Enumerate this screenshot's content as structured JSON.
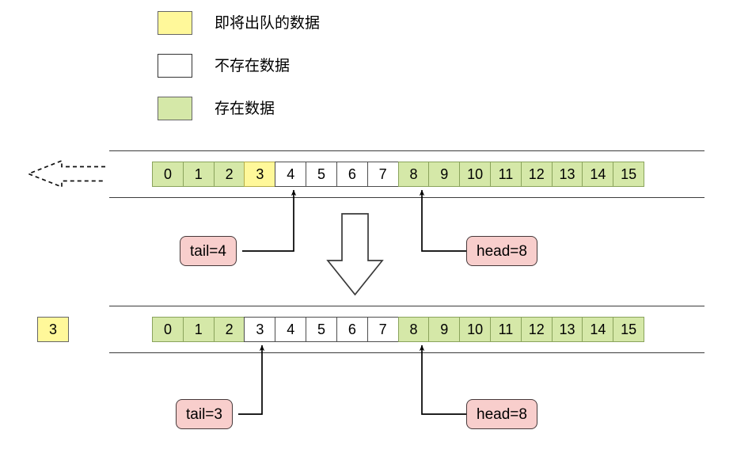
{
  "legend": {
    "items": [
      {
        "swatch": "yellow",
        "color": "#fff89a",
        "label": "即将出队的数据"
      },
      {
        "swatch": "white",
        "color": "#ffffff",
        "label": "不存在数据"
      },
      {
        "swatch": "green",
        "color": "#d5e8a8",
        "label": "存在数据"
      }
    ]
  },
  "diagram": {
    "title": "circular-queue-dequeue",
    "dequeued_chip": {
      "value": "3",
      "color": "#fff89a"
    },
    "transition_arrow": "down-arrow",
    "outflow_arrow": "dashed-left-arrow",
    "before": {
      "cells": [
        {
          "index": "0",
          "state": "green"
        },
        {
          "index": "1",
          "state": "green"
        },
        {
          "index": "2",
          "state": "green"
        },
        {
          "index": "3",
          "state": "yellow"
        },
        {
          "index": "4",
          "state": "white"
        },
        {
          "index": "5",
          "state": "white"
        },
        {
          "index": "6",
          "state": "white"
        },
        {
          "index": "7",
          "state": "white"
        },
        {
          "index": "8",
          "state": "green"
        },
        {
          "index": "9",
          "state": "green"
        },
        {
          "index": "10",
          "state": "green"
        },
        {
          "index": "11",
          "state": "green"
        },
        {
          "index": "12",
          "state": "green"
        },
        {
          "index": "13",
          "state": "green"
        },
        {
          "index": "14",
          "state": "green"
        },
        {
          "index": "15",
          "state": "green"
        }
      ],
      "tail_label": "tail=4",
      "head_label": "head=8",
      "tail_index": 4,
      "head_index": 8
    },
    "after": {
      "cells": [
        {
          "index": "0",
          "state": "green"
        },
        {
          "index": "1",
          "state": "green"
        },
        {
          "index": "2",
          "state": "green"
        },
        {
          "index": "3",
          "state": "white"
        },
        {
          "index": "4",
          "state": "white"
        },
        {
          "index": "5",
          "state": "white"
        },
        {
          "index": "6",
          "state": "white"
        },
        {
          "index": "7",
          "state": "white"
        },
        {
          "index": "8",
          "state": "green"
        },
        {
          "index": "9",
          "state": "green"
        },
        {
          "index": "10",
          "state": "green"
        },
        {
          "index": "11",
          "state": "green"
        },
        {
          "index": "12",
          "state": "green"
        },
        {
          "index": "13",
          "state": "green"
        },
        {
          "index": "14",
          "state": "green"
        },
        {
          "index": "15",
          "state": "green"
        }
      ],
      "tail_label": "tail=3",
      "head_label": "head=8",
      "tail_index": 3,
      "head_index": 8
    }
  },
  "colors": {
    "green": "#d5e8a8",
    "yellow": "#fff89a",
    "white": "#ffffff",
    "pink": "#f8cecc",
    "rail": "#3b3b3b",
    "stroke": "#000000"
  }
}
